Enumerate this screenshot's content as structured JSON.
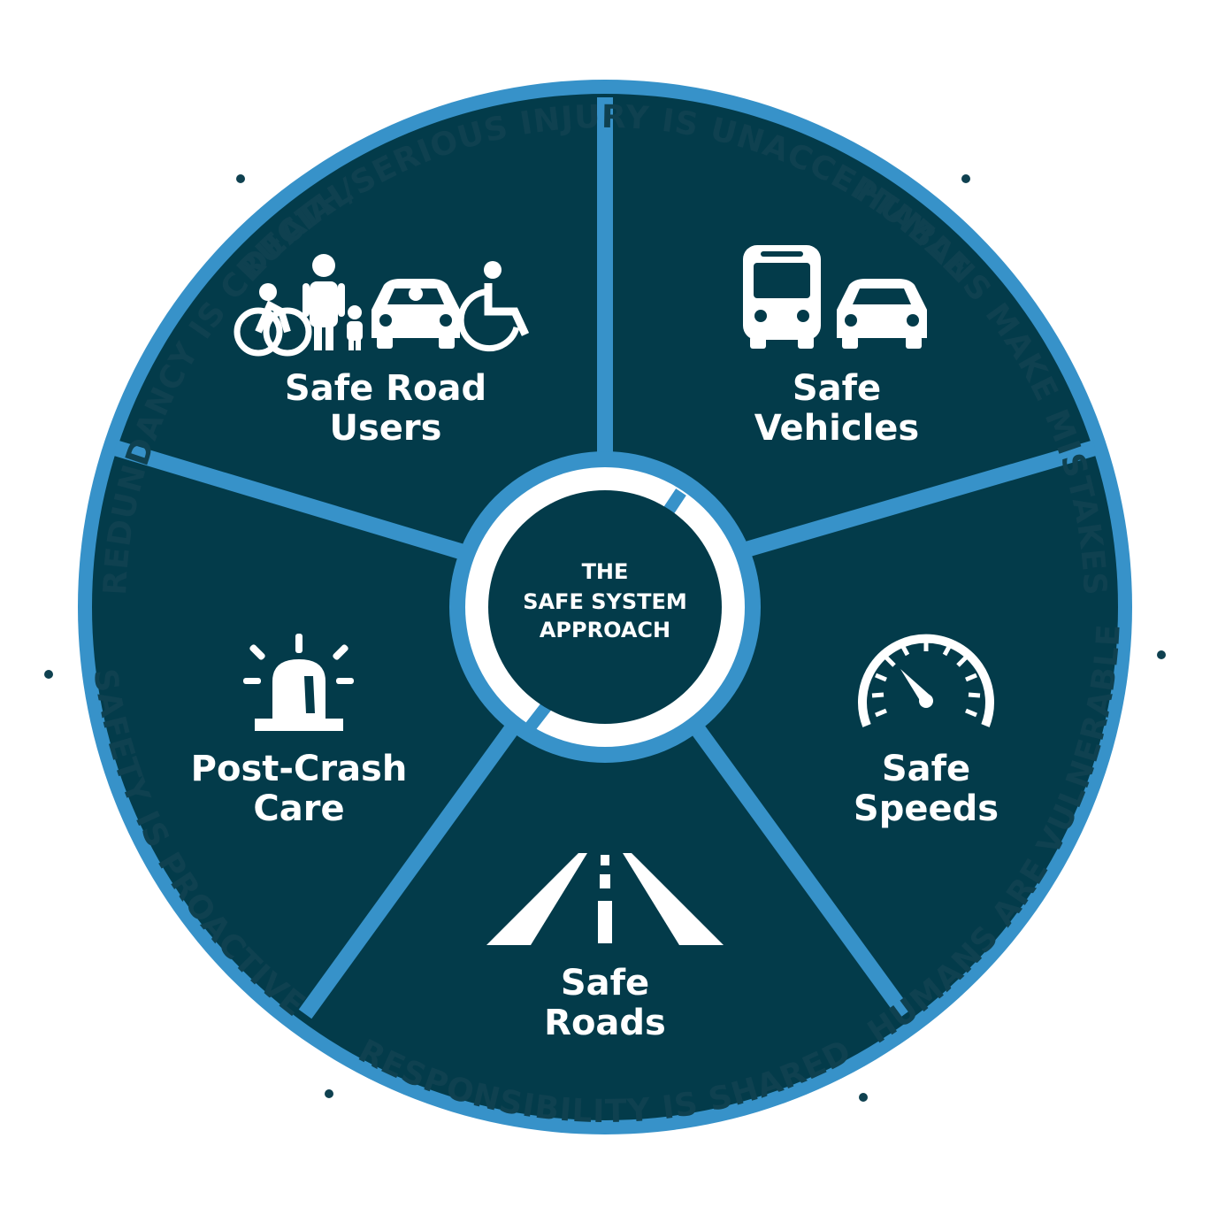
{
  "colors": {
    "dark_teal": "#033b4a",
    "blue": "#3792c9",
    "white": "#ffffff",
    "text_dark": "#0f4150"
  },
  "center": {
    "line1": "THE",
    "line2": "SAFE SYSTEM",
    "line3": "APPROACH"
  },
  "segments": [
    {
      "line1": "Safe Road",
      "line2": "Users",
      "icon": "road-users-icon"
    },
    {
      "line1": "Safe",
      "line2": "Vehicles",
      "icon": "bus-car-icon"
    },
    {
      "line1": "Safe",
      "line2": "Speeds",
      "icon": "speedometer-icon"
    },
    {
      "line1": "Safe",
      "line2": "Roads",
      "icon": "road-icon"
    },
    {
      "line1": "Post-Crash",
      "line2": "Care",
      "icon": "emergency-light-icon"
    }
  ],
  "principles": [
    "DEATH/SERIOUS INJURY IS UNACCEPTABLE",
    "HUMANS MAKE MISTAKES",
    "HUMANS ARE VULNERABLE",
    "RESPONSIBILITY IS SHARED",
    "SAFETY IS PROACTIVE",
    "REDUNDANCY IS CRUCIAL"
  ]
}
